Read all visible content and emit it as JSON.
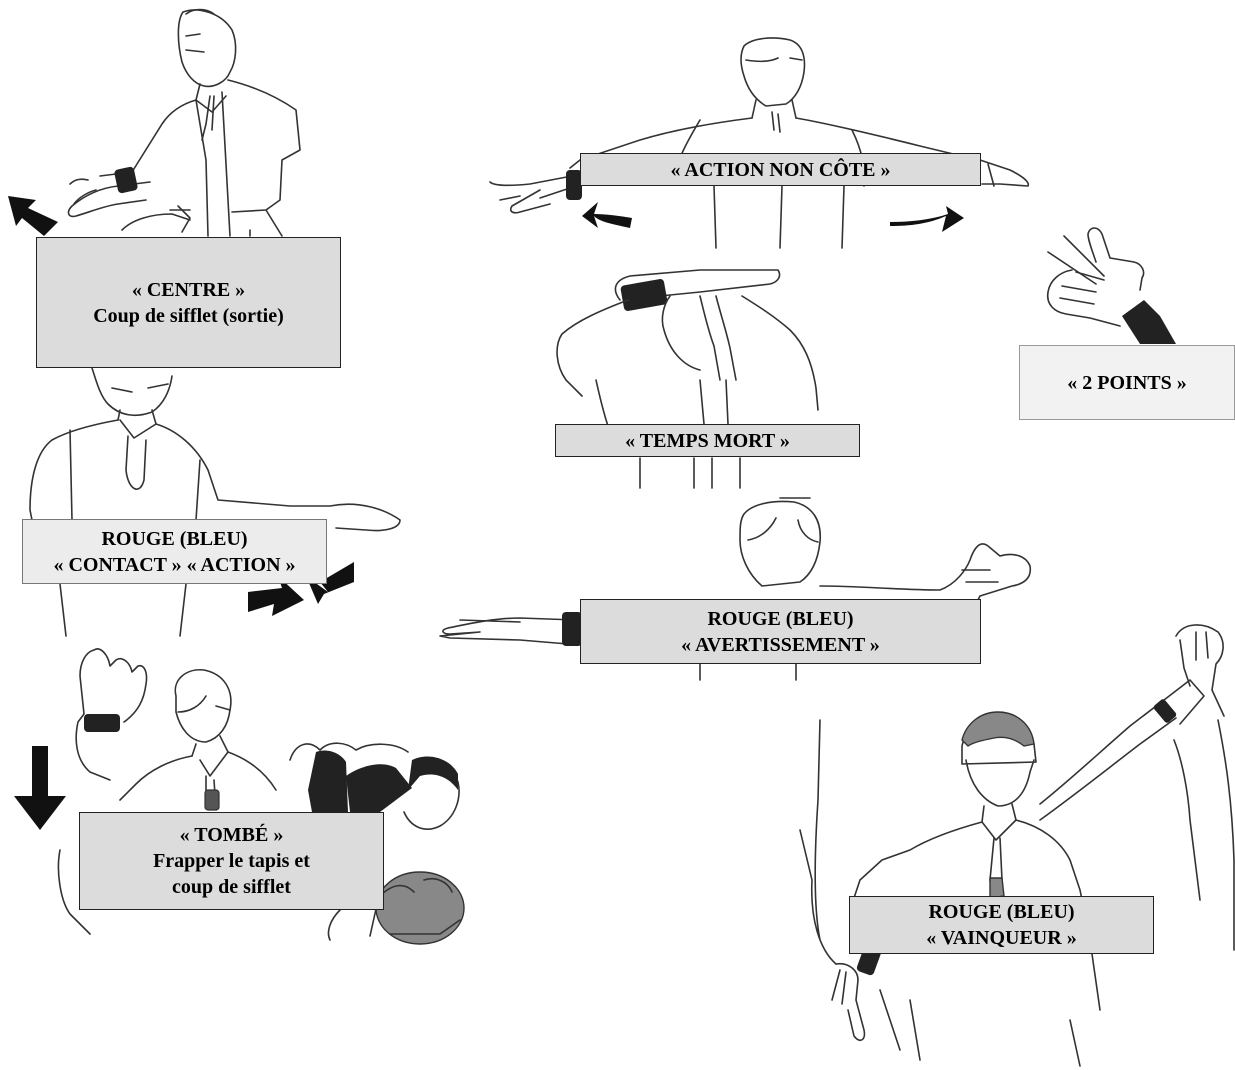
{
  "signals": [
    {
      "id": "centre",
      "lines": [
        "« CENTRE »",
        "Coup de sifflet  (sortie)"
      ]
    },
    {
      "id": "action_non_cote",
      "lines": [
        "« ACTION NON CÔTE »"
      ]
    },
    {
      "id": "deux_points",
      "lines": [
        "« 2 POINTS »"
      ]
    },
    {
      "id": "temps_mort",
      "lines": [
        "« TEMPS MORT »"
      ]
    },
    {
      "id": "contact_action",
      "lines": [
        "ROUGE (BLEU)",
        "« CONTACT » « ACTION »"
      ]
    },
    {
      "id": "avertissement",
      "lines": [
        "ROUGE (BLEU)",
        "« AVERTISSEMENT »"
      ]
    },
    {
      "id": "tombe",
      "lines": [
        "« TOMBÉ »",
        "Frapper le tapis et",
        "coup de sifflet"
      ]
    },
    {
      "id": "vainqueur",
      "lines": [
        "ROUGE  (BLEU)",
        "« VAINQUEUR »"
      ]
    }
  ]
}
